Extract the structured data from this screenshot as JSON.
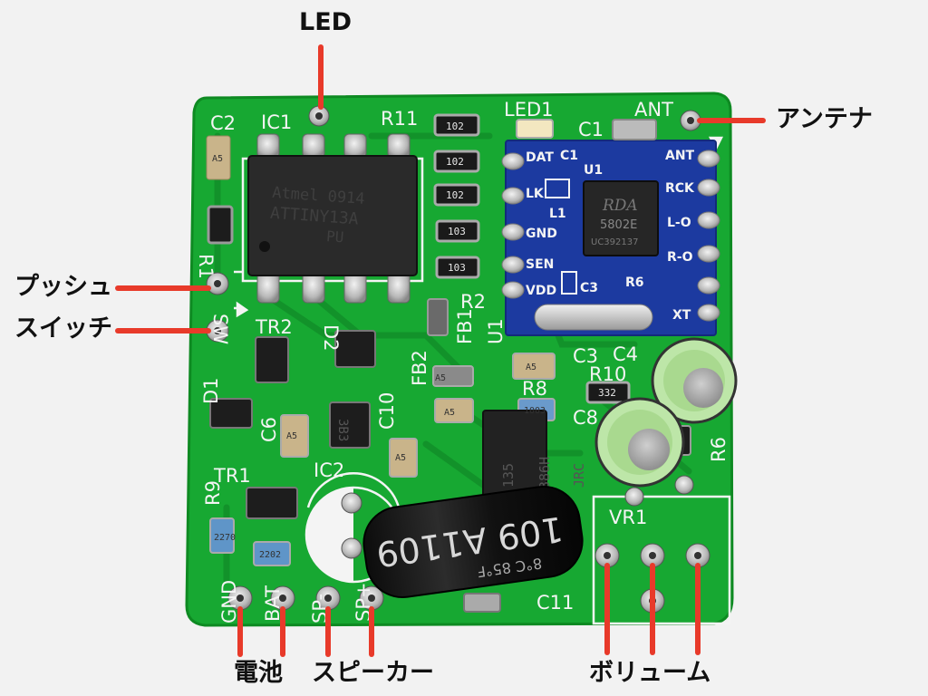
{
  "callouts": {
    "led": "LED",
    "antenna": "アンテナ",
    "push_switch_line1": "プッシュ",
    "push_switch_line2": "スイッチ",
    "battery": "電池",
    "speaker": "スピーカー",
    "volume": "ボリューム"
  },
  "silkscreen": {
    "c2": "C2",
    "ic1": "IC1",
    "r11": "R11",
    "led1": "LED1",
    "c1": "C1",
    "ant": "ANT",
    "r1": "R1",
    "sw": "SW",
    "tr2": "TR2",
    "d2": "D2",
    "d1": "D1",
    "c6": "C6",
    "c10": "C10",
    "fb2": "FB2",
    "fb1": "FB1",
    "r2": "R2",
    "u1": "U1",
    "c3": "C3",
    "c4": "C4",
    "r10": "R10",
    "r8": "R8",
    "c8": "C8",
    "r6": "R6",
    "r9": "R9",
    "tr1": "TR1",
    "ic2": "IC2",
    "vr1": "VR1",
    "c11": "C11",
    "gnd": "GND",
    "bat": "BAT",
    "sp_minus": "SP-",
    "sp_plus": "SP+"
  },
  "module_labels": {
    "dat": "DAT",
    "c1": "C1",
    "u1": "U1",
    "lk": "LK",
    "l1": "L1",
    "gnd": "GND",
    "sen": "SEN",
    "vdd": "VDD",
    "c3": "C3",
    "ant": "ANT",
    "rck": "RCK",
    "l_out": "L-O",
    "r_out": "R-O",
    "r6": "R6",
    "xt": "XT",
    "chip_text1": "5802E",
    "chip_text2": "UC392137",
    "chip_logo": "RDA"
  },
  "chip_markings": {
    "ic1_line1": "Atmel  0914",
    "ic1_line2": "ATTINY13A",
    "ic1_line3": "PU",
    "ic2_line1": "135",
    "ic2_line2": "386H",
    "ic2_line3": "JRC",
    "cap_line1": "109 A1109",
    "cap_line2": "8°C 85°F",
    "tr_3b3": "3B3"
  },
  "resistor_codes": {
    "r11a": "102",
    "r11b": "102",
    "r11c": "102",
    "r1": "103",
    "r2": "103",
    "r10": "332",
    "r8": "1003",
    "r9": "2270",
    "r_bot": "2202",
    "a5_1": "A5",
    "a5_2": "A5",
    "a5_3": "A5",
    "a5_4": "A5",
    "a5_5": "A5",
    "a5_6": "A5"
  },
  "colors": {
    "pcb": "#17a832",
    "pcb_dark": "#0f8a25",
    "module": "#1c3aa0",
    "silk": "#f4f4f4",
    "pad": "#cfcfcf",
    "red": "#e83a2a",
    "chip": "#2a2a2a"
  }
}
